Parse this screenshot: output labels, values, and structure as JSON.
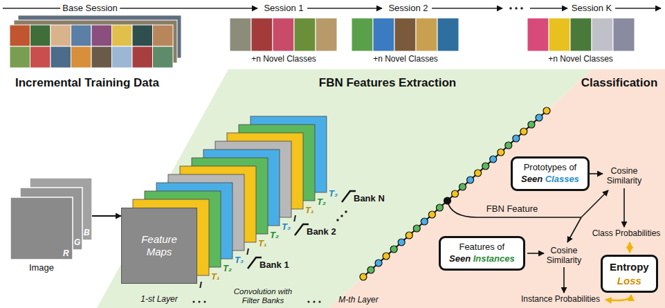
{
  "diagram": {
    "nodes": [
      {
        "text": [
          "Image",
          "R",
          "G",
          "B"
        ]
      },
      {
        "text": [
          "Feature Maps"
        ]
      },
      {
        "text": [
          "Prototypes of",
          "Seen",
          "Classes"
        ]
      },
      {
        "text": [
          "Features of",
          "Seen",
          "Instances"
        ]
      },
      {
        "text": [
          "Entropy",
          "Loss"
        ]
      }
    ],
    "edges": [
      {
        "from": 0,
        "to": 1,
        "arrow": "to"
      }
    ],
    "labels": [
      "Base Session",
      "Session 1",
      "Session 2",
      "Session K",
      "+n Novel Classes",
      "+n Novel Classes",
      "+n Novel Classes",
      "Incremental Training Data",
      "FBN Features Extraction",
      "Classification",
      "I",
      "T₁",
      "T₂",
      "T₃",
      "Bank 1",
      "I",
      "T₁",
      "T₂",
      "T₃",
      "Bank 2",
      "I",
      "T₁",
      "T₂",
      "T₃",
      "Bank N",
      "Convolution with Filter Banks",
      "1-st Layer",
      "M-th Layer",
      "FBN Feature",
      "Cosine Similarity",
      "Class Probabilities",
      "Cosine Similarity",
      "Instance Probabilities"
    ]
  }
}
